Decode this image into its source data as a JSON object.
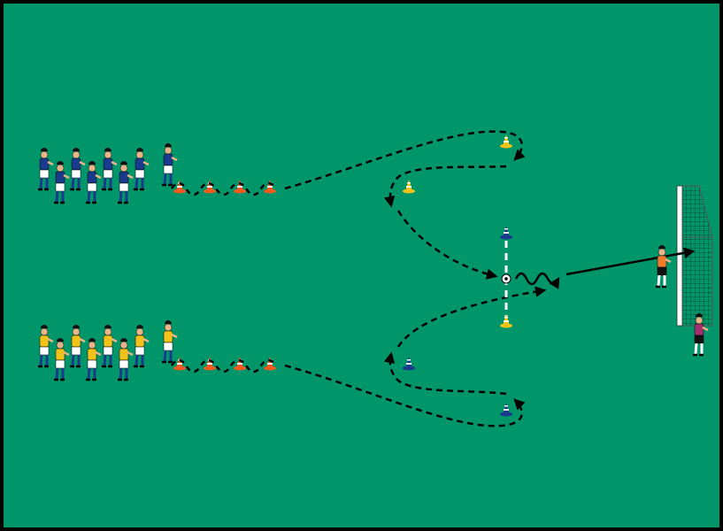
{
  "colors": {
    "pitch": "#00966a",
    "border": "#000000",
    "team_blue_shirt": "#1b3a8c",
    "team_yellow_shirt": "#f2c218",
    "shorts": "#ffffff",
    "socks_blue": "#1b3a8c",
    "keeper1_shirt": "#f07c2a",
    "keeper2_shirt": "#a0306e",
    "keeper_shorts": "#111111",
    "cone_orange": "#f05a1e",
    "cone_yellow": "#f2c218",
    "cone_blue": "#1b3a8c",
    "run_line": "#000000",
    "net": "#0b3d2a"
  },
  "diagram": {
    "groups": [
      {
        "name": "blue-team-queue",
        "players": 8,
        "cones": 4
      },
      {
        "name": "yellow-team-queue",
        "players": 8,
        "cones": 4
      }
    ],
    "goalkeepers": 2
  }
}
